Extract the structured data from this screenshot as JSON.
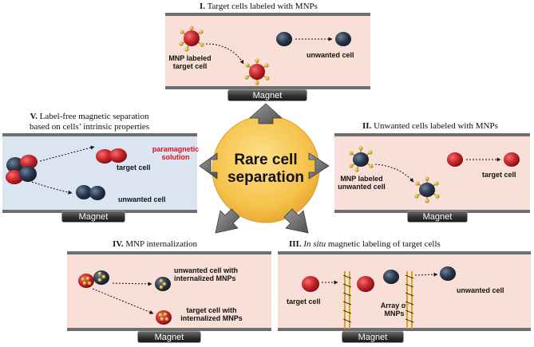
{
  "center": {
    "line1": "Rare cell",
    "line2": "separation"
  },
  "panel1": {
    "num": "I.",
    "title": "Target cells labeled with MNPs",
    "label_mnp_1": "MNP labeled",
    "label_mnp_2": "target cell",
    "label_unwanted": "unwanted cell",
    "magnet": "Magnet"
  },
  "panel2": {
    "num": "II.",
    "title": "Unwanted cells labeled with MNPs",
    "label_mnp_1": "MNP labeled",
    "label_mnp_2": "unwanted cell",
    "label_target": "target cell",
    "magnet": "Magnet"
  },
  "panel3": {
    "num": "III.",
    "title_italic": "In situ",
    "title_rest": "magnetic labeling of target cells",
    "label_target": "target cell",
    "label_array_1": "Array of",
    "label_array_2": "MNPs",
    "label_unwanted": "unwanted cell",
    "magnet": "Magnet"
  },
  "panel4": {
    "num": "IV.",
    "title": "MNP internalization",
    "label_unwanted_1": "unwanted cell with",
    "label_unwanted_2": "internalized MNPs",
    "label_target_1": "target cell with",
    "label_target_2": "internalized MNPs",
    "magnet": "Magnet"
  },
  "panel5": {
    "num": "V.",
    "title_1": "Label-free magnetic separation",
    "title_2": "based on cells’ intrinsic properties",
    "label_para_1": "paramagnetic",
    "label_para_2": "solution",
    "label_target": "target cell",
    "label_unwanted": "unwanted cell",
    "magnet": "Magnet"
  },
  "colors": {
    "target_cell": "#c8242a",
    "unwanted_cell": "#2c3a4e",
    "pink_bg": "#f8e0d8",
    "blue_bg": "#dbe5f1",
    "center_circle": "#f5c24a",
    "mnp": "#d9a21a",
    "paramagnetic_text": "#d8141c"
  }
}
